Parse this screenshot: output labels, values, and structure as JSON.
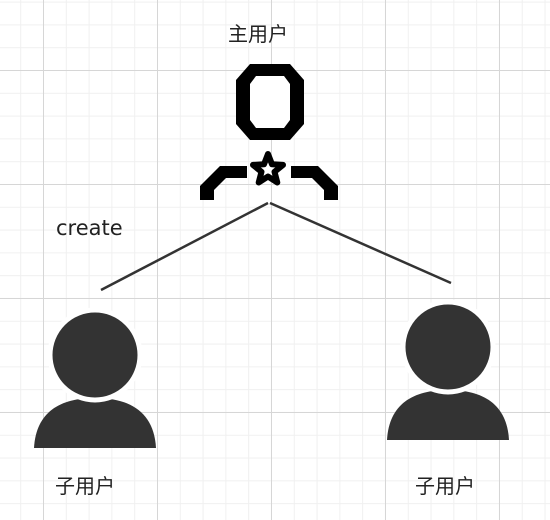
{
  "main_user": {
    "label": "主用户",
    "icon": "admin-user-icon"
  },
  "edge": {
    "label": "create"
  },
  "sub_users": [
    {
      "label": "子用户",
      "icon": "user-icon"
    },
    {
      "label": "子用户",
      "icon": "user-icon"
    }
  ],
  "colors": {
    "icon": "#000000",
    "user_fill": "#333333",
    "line": "#333333",
    "grid": "#d6d6d6"
  }
}
